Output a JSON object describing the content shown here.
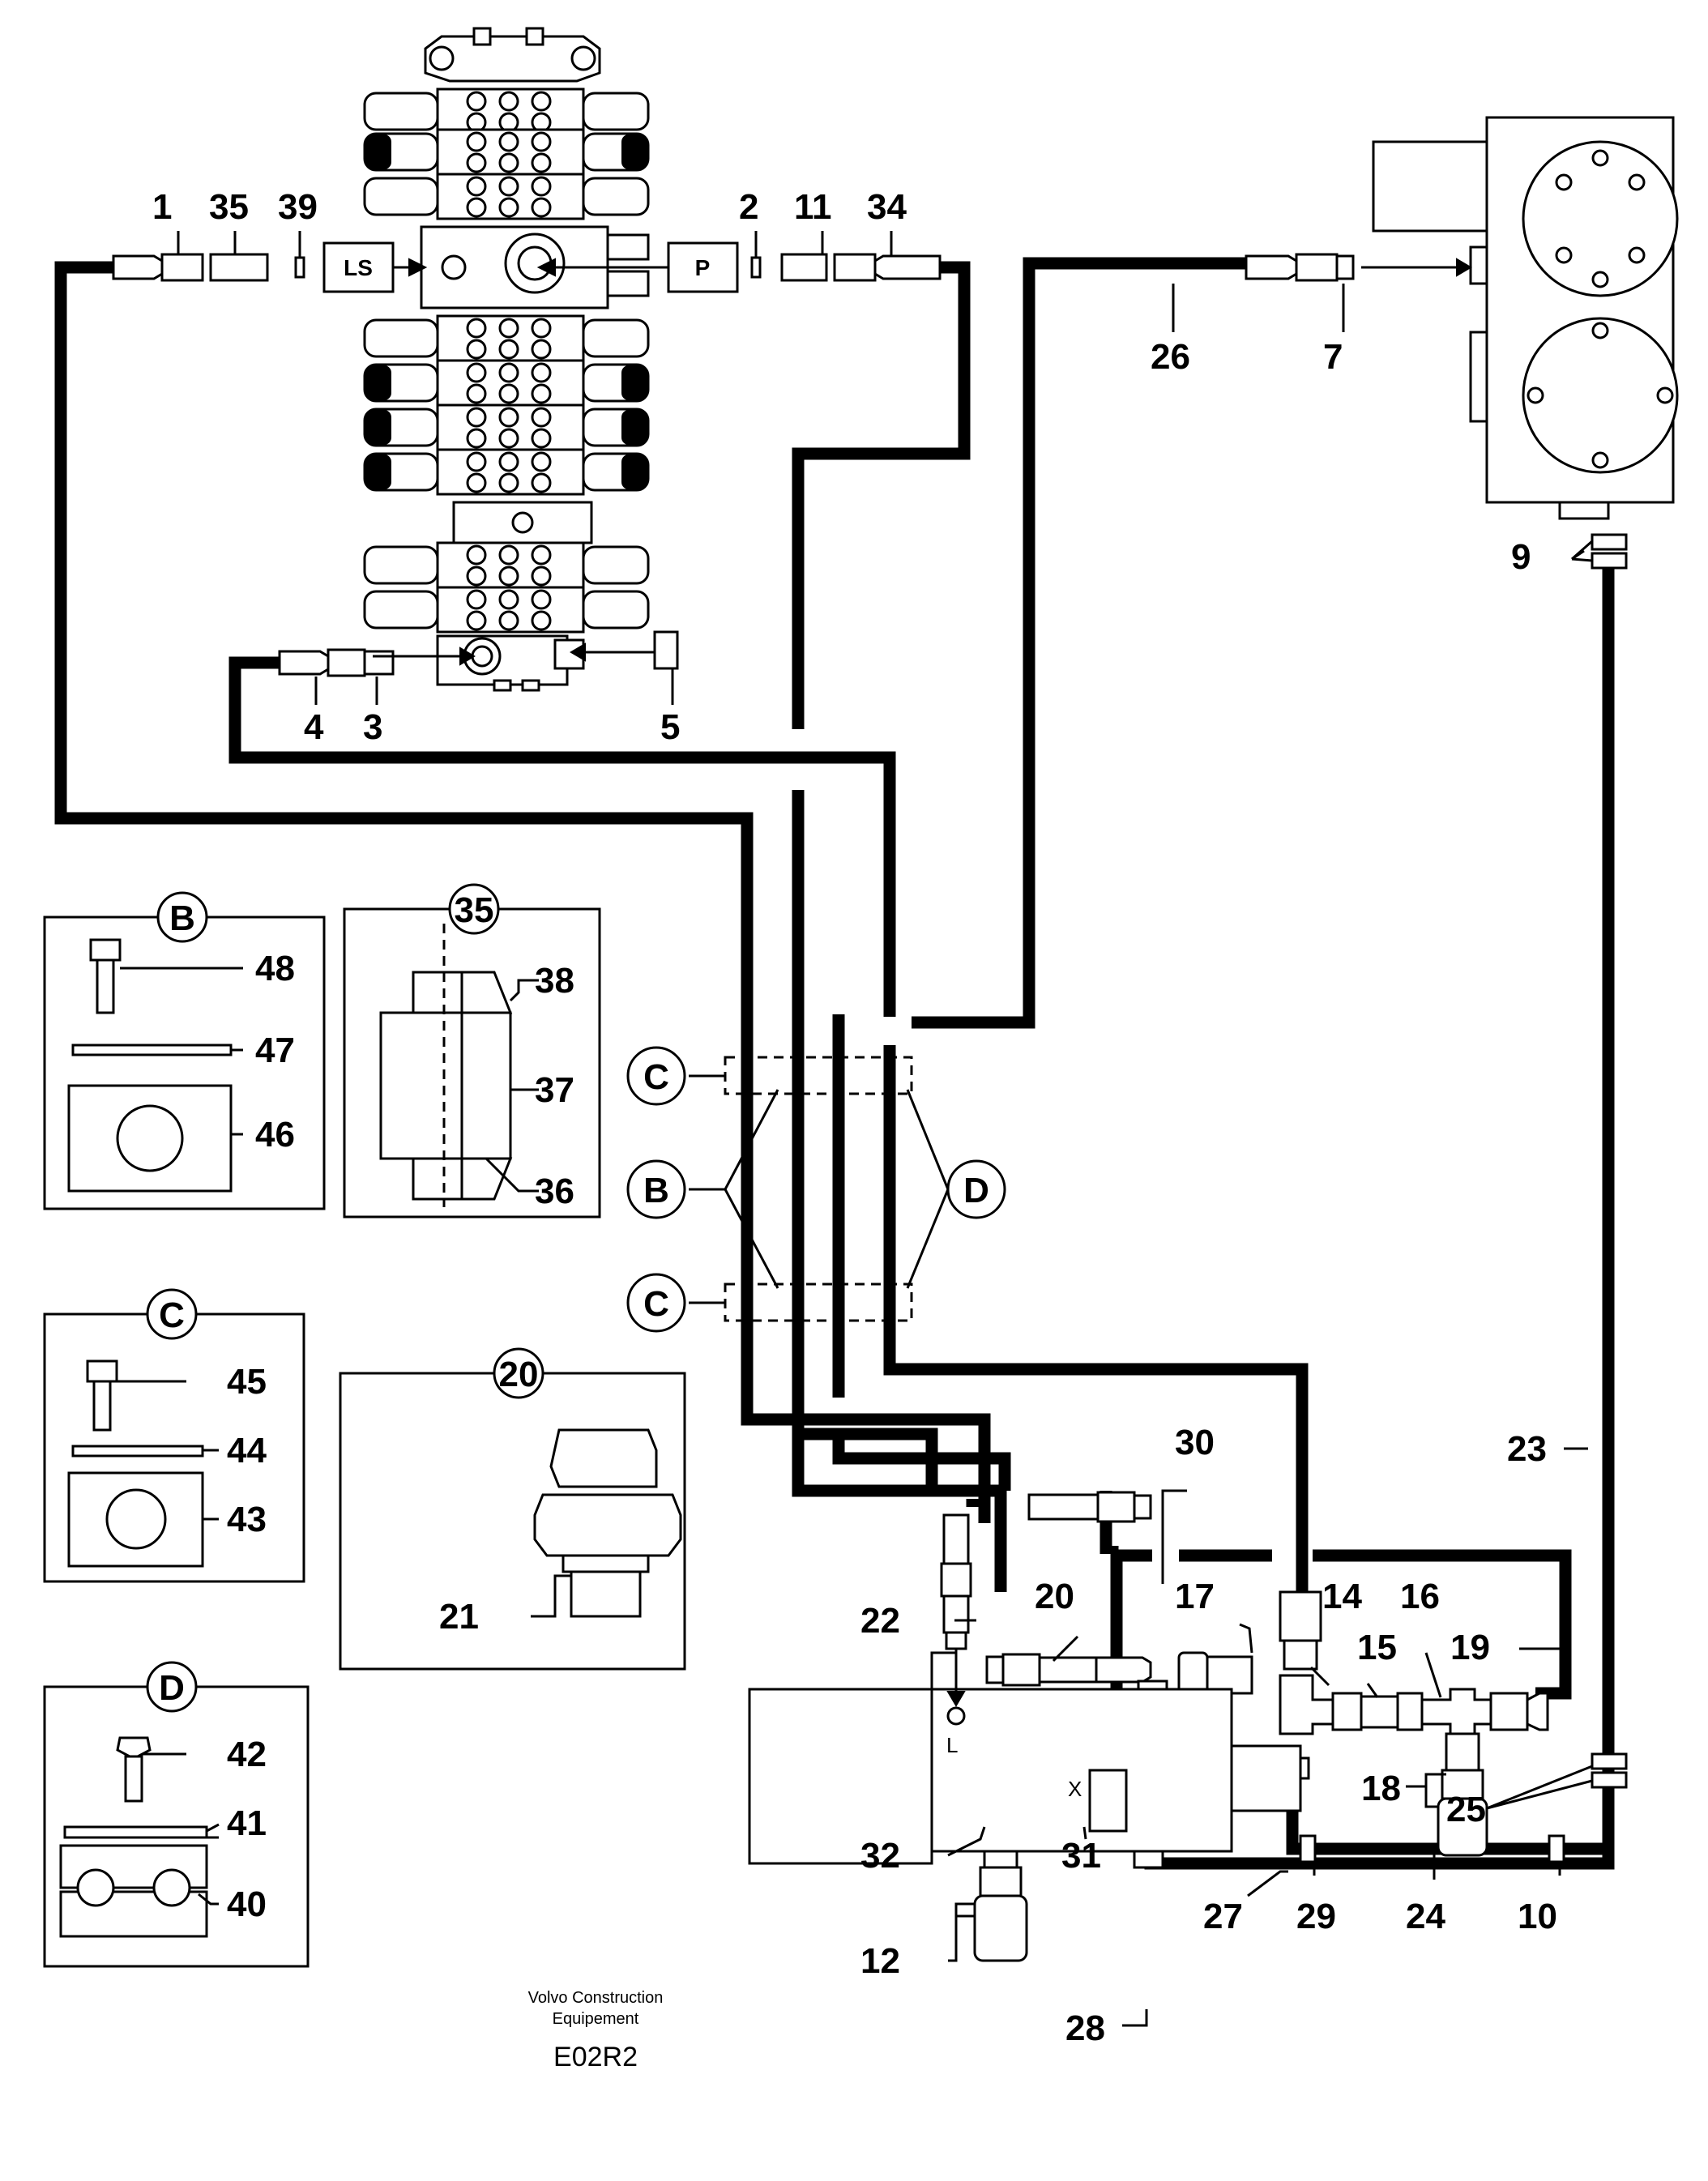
{
  "diagram": {
    "callouts": {
      "n1": "1",
      "n35": "35",
      "n39": "39",
      "n2": "2",
      "n11": "11",
      "n34": "34",
      "n26": "26",
      "n7": "7",
      "n9": "9",
      "n4": "4",
      "n3": "3",
      "n5": "5",
      "n48": "48",
      "n47": "47",
      "n46": "46",
      "n38": "38",
      "n37": "37",
      "n36": "36",
      "n45": "45",
      "n44": "44",
      "n43": "43",
      "n21": "21",
      "n42": "42",
      "n41": "41",
      "n40": "40",
      "n30": "30",
      "n23": "23",
      "n22": "22",
      "n20": "20",
      "n17": "17",
      "n14": "14",
      "n16": "16",
      "n15": "15",
      "n19": "19",
      "n18": "18",
      "n25": "25",
      "n32": "32",
      "n31": "31",
      "n12": "12",
      "n27": "27",
      "n29": "29",
      "n24": "24",
      "n10": "10",
      "n28": "28"
    },
    "ports": {
      "ls": "LS",
      "p": "P",
      "l": "L",
      "x": "X"
    },
    "circle_labels": {
      "b_box": "B",
      "d_box": "D",
      "c_box": "C",
      "d35_box": "35",
      "d20_box": "20",
      "c_top": "C",
      "b_mid": "B",
      "d_mid": "D",
      "c_bottom": "C"
    },
    "credit_line1": "Volvo Construction",
    "credit_line2": "Equipement",
    "code": "E02R2"
  }
}
